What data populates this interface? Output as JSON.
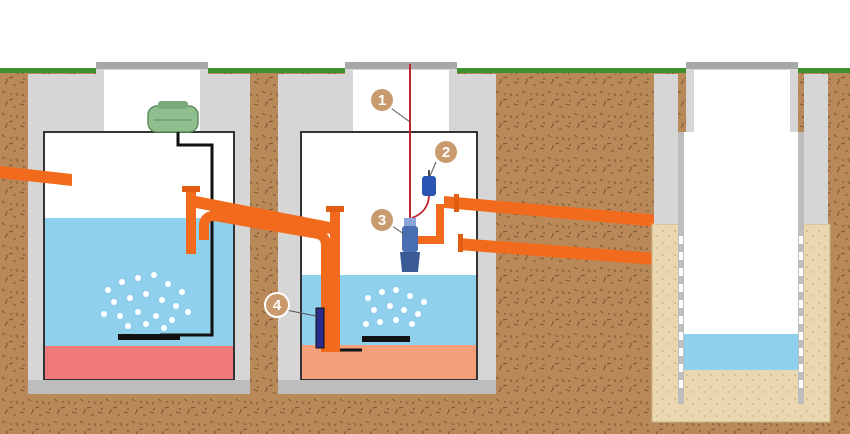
{
  "callouts": [
    {
      "label": "1",
      "meaning": "float-switch-cable"
    },
    {
      "label": "2",
      "meaning": "float-switch"
    },
    {
      "label": "3",
      "meaning": "submersible-pump"
    },
    {
      "label": "4",
      "meaning": "airlift-module"
    }
  ],
  "colors": {
    "soil": "#b9895a",
    "grass": "#3f8f2e",
    "concrete": "#d6d6d6",
    "water": "#8fd0ec",
    "sludge_red": "#f07a7a",
    "sludge_orange": "#f3a07a",
    "pipe": "#f26b1d",
    "sand": "#ead7b0",
    "callout": "#c89a6e",
    "compressor": "#8fbf8f",
    "cable_red": "#c0242a",
    "pump_blue": "#4a6fb0",
    "float_blue": "#2a55b5",
    "airlift_blue": "#2b2c8c"
  },
  "icons": [
    "compressor-icon",
    "float-switch-icon",
    "pump-icon",
    "airlift-icon",
    "aerator-bubbles"
  ]
}
